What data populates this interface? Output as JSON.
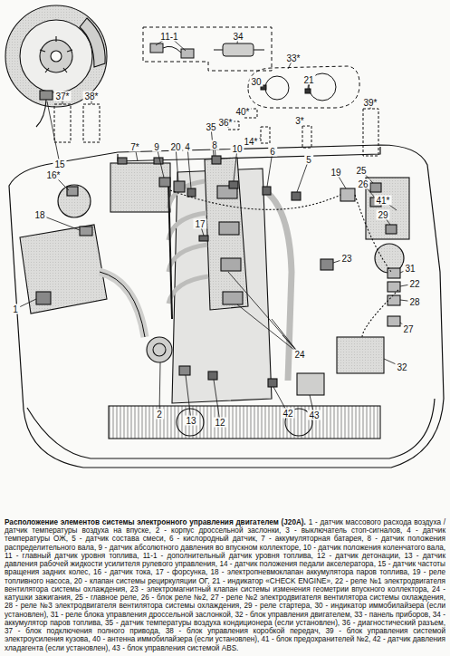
{
  "diagram": {
    "title": "Расположение элементов системы электронного управления двигателем (J20A).",
    "caption": "1 - датчик массового расхода воздуха / датчик температуры воздуха на впуске, 2 - корпус дроссельной заслонки, 3 - выключатель стоп-сигналов, 4 - датчик температуры ОЖ, 5 - датчик состава смеси, 6 - кислородный датчик, 7 - аккумуляторная батарея, 8 - датчик положения распределительного вала, 9 - датчик абсолютного давления во впускном коллекторе, 10 - датчик положения коленчатого вала, 11 - главный датчик уровня топлива, 11-1 - дополнительный датчик уровня топлива, 12 - датчик детонации, 13 - датчик давления рабочей жидкости усилителя рулевого управления, 14 - датчик положения педали акселератора, 15 - датчик частоты вращения задних колес, 16 - датчик тока, 17 - форсунка, 18 - электропневмоклапан аккумулятора паров топлива, 19 - реле топливного насоса, 20 - клапан системы рециркуляции ОГ, 21 - индикатор «CHECK ENGINE», 22 - реле №1 электродвигателя вентилятора системы охлаждения, 23 - электромагнитный клапан системы изменения геометрии впускного коллектора, 24 - катушки зажигания, 25 - главное реле, 26 - блок реле №2, 27 - реле №2 электродвигателя вентилятора системы охлаждения, 28 - реле №3 электродвигателя вентилятора системы охлаждения, 29 - реле стартера, 30 - индикатор иммобилайзера (если установлен), 31 - реле блока управления дроссельной заслонкой, 32 - блок управления двигателем, 33 - панель приборов, 34 - аккумулятор паров топлива, 35 - датчик температуры воздуха кондиционера (если установлен), 36 - диагностический разъем, 37 - блок подключения полного привода, 38 - блок управления коробкой передач, 39 - блок управления системой электроусиления кузова, 40 - антенна иммобилайзера (если установлен), 41 - блок предохранителей №2, 42 - датчик давления хладагента (если установлен), 43 - блок управления системой ABS.",
    "labels": [
      "11-1",
      "34",
      "33*",
      "30",
      "21",
      "37*",
      "38*",
      "39*",
      "40*",
      "36*",
      "3*",
      "35",
      "14*",
      "15",
      "16*",
      "7*",
      "9",
      "20",
      "4",
      "8",
      "10",
      "6",
      "5",
      "19",
      "25",
      "26",
      "41*",
      "29",
      "18",
      "17",
      "23",
      "31",
      "22",
      "28",
      "27",
      "1",
      "24",
      "32",
      "2",
      "13",
      "12",
      "42",
      "43"
    ]
  }
}
